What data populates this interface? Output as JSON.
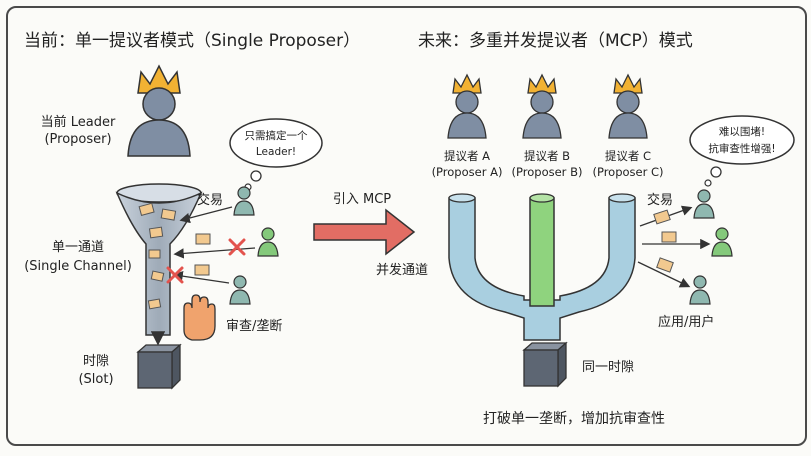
{
  "left": {
    "title": "当前：单一提议者模式（Single Proposer）",
    "leader_line1": "当前 Leader",
    "leader_line2": "(Proposer)",
    "bubble_line1": "只需搞定一个",
    "bubble_line2": "Leader!",
    "tx_label": "交易",
    "channel_line1": "单一通道",
    "channel_line2": "(Single Channel)",
    "censor_label": "审查/垄断",
    "slot_line1": "时隙",
    "slot_line2": "(Slot)"
  },
  "middle": {
    "arrow_label": "引入 MCP"
  },
  "right": {
    "title": "未来：多重并发提议者（MCP）模式",
    "proposers": [
      {
        "line1": "提议者 A",
        "line2": "(Proposer A)"
      },
      {
        "line1": "提议者 B",
        "line2": "(Proposer B)"
      },
      {
        "line1": "提议者 C",
        "line2": "(Proposer C)"
      }
    ],
    "bubble_line1": "难以围堵!",
    "bubble_line2": "抗审查性增强!",
    "tx_label": "交易",
    "channel_label": "并发通道",
    "users_label": "应用/用户",
    "slot_label": "同一时隙",
    "footer": "打破单一垄断，增加抗审查性"
  },
  "colors": {
    "person": "#7f8ea3",
    "crown": "#f2b233",
    "funnel": "#aebac7",
    "pipe": "#a9cfe0",
    "pipe_mid": "#8fd37e",
    "arrow": "#e26d64",
    "user_green": "#84c97b",
    "user_teal": "#8fb8b0",
    "envelope": "#f2c98f",
    "cross": "#e3534d",
    "slot": "#5d6673",
    "hand": "#f0a36d"
  }
}
